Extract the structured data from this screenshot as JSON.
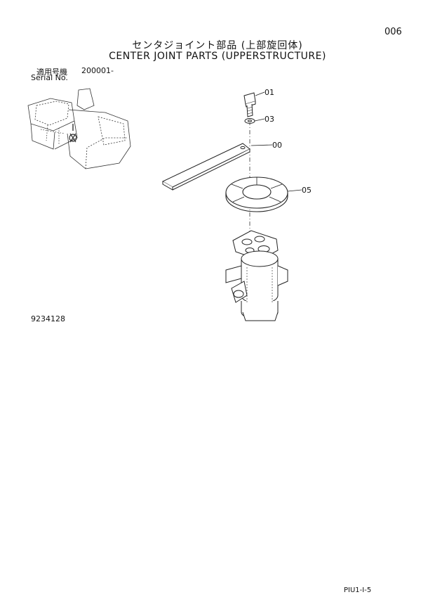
{
  "page_number": "006",
  "title_jp": "センタジョイント部品 (上部旋回体)",
  "title_en": "CENTER JOINT PARTS (UPPERSTRUCTURE)",
  "serial": {
    "label_jp": "適用号機",
    "range": "200001-",
    "label_en": "Serial No."
  },
  "diagram_number": "9234128",
  "callouts": [
    "01",
    "03",
    "00",
    "05"
  ],
  "footer_code": "PIU1-I-5"
}
